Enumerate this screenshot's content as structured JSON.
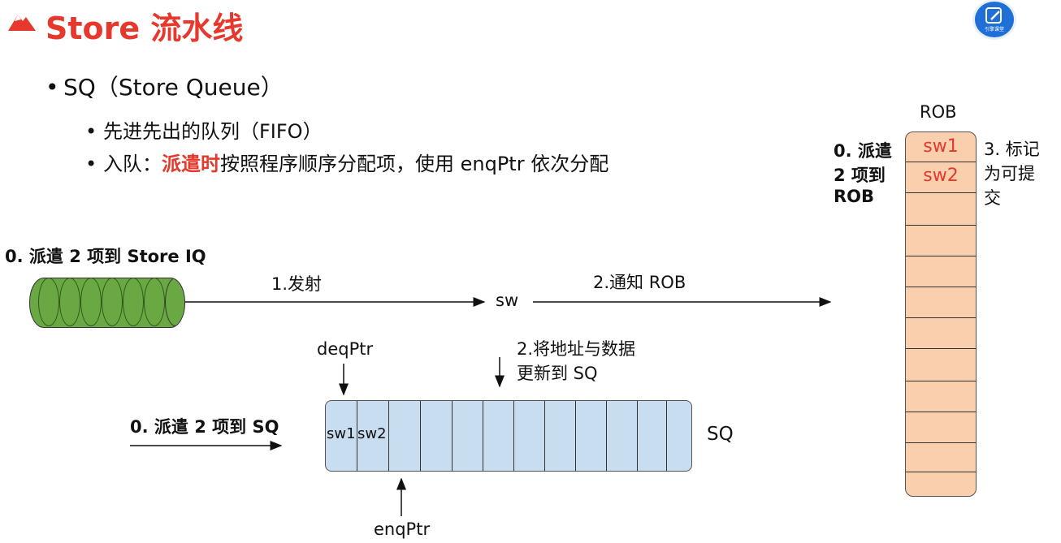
{
  "header": {
    "title": "Store 流水线",
    "badge_text": "引擎课堂"
  },
  "bullets": {
    "b1": "SQ（Store Queue）",
    "b2": "先进先出的队列（FIFO）",
    "b3_prefix": "入队：",
    "b3_highlight": "派遣时",
    "b3_suffix": "按照程序顺序分配项，使用 enqPtr 依次分配"
  },
  "diagram": {
    "dispatch_iq": "0. 派遣 2 项到 Store IQ",
    "issue": "1.发射",
    "sw": "sw",
    "notify_rob": "2.通知 ROB",
    "deq_ptr": "deqPtr",
    "update_sq_line1": "2.将地址与数据",
    "update_sq_line2": "更新到 SQ",
    "dispatch_sq": "0. 派遣 2 项到 SQ",
    "sq_label": "SQ",
    "sq_entries": [
      "sw1",
      "sw2"
    ],
    "enq_ptr": "enqPtr",
    "rob_label": "ROB",
    "rob_entries": [
      "sw1",
      "sw2"
    ],
    "dispatch_rob": [
      "0. 派遣",
      "2 项到",
      "ROB"
    ],
    "mark_commit": [
      "3. 标记",
      "为可提",
      "交"
    ]
  },
  "colors": {
    "accent": "#e6382c",
    "iq_fill": "#6aa843",
    "sq_fill": "#c9ddf0",
    "rob_fill": "#f9cfae"
  }
}
